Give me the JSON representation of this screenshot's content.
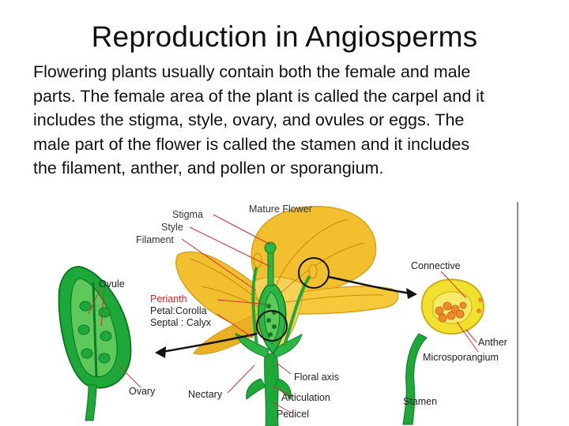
{
  "slide": {
    "title": "Reproduction in Angiosperms",
    "body_lines": [
      "Flowering plants usually contain both the female and male",
      "parts. The female area of the plant is called the carpel and it",
      "includes the stigma, style, ovary, and ovules or eggs. The",
      "male part of the flower is called the stamen and it includes",
      "the filament, anther, and pollen or sporangium."
    ]
  },
  "diagram": {
    "labels": {
      "mature_flower": "Mature Flower",
      "stigma": "Stigma",
      "style": "Style",
      "filament": "Filament",
      "ovule": "Ovule",
      "perianth": "Perianth",
      "petal_corolla": "Petal:Corolla",
      "septal_calyx": "Septal : Calyx",
      "ovary": "Ovary",
      "nectary": "Nectary",
      "floral_axis": "Floral axis",
      "articulation": "Articulation",
      "pedicel": "Pedicel",
      "connective": "Connective",
      "anther": "Anther",
      "microsporangium": "Microsporangium",
      "stamen": "Stamen"
    },
    "colors": {
      "petal": "#f2c02e",
      "petal_dark": "#e5a91f",
      "petal_vein": "#c98a10",
      "green": "#1fa83a",
      "green_dark": "#12822a",
      "green_light": "#5ec95a",
      "red_line": "#d43030",
      "orange_pollen": "#f08a24",
      "label_red": "#d0202a"
    }
  }
}
